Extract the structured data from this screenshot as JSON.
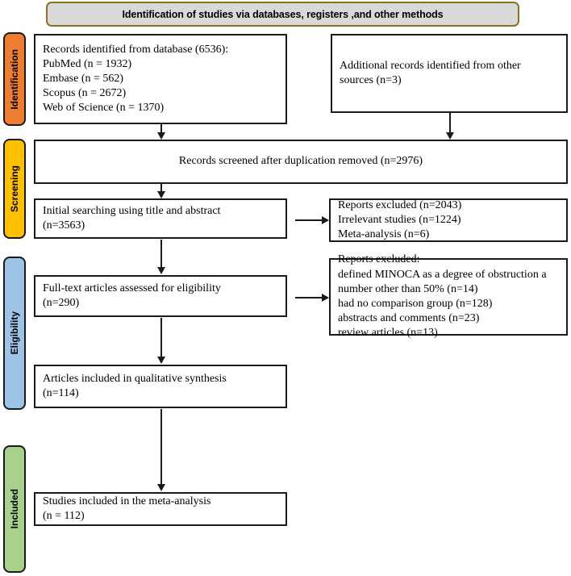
{
  "banner": {
    "title": "Identification of studies via databases, registers ,and other methods",
    "fill_color": "#D9D9D9",
    "border_color": "#8C7220"
  },
  "stages": [
    {
      "id": "identification",
      "label": "Identification",
      "color": "#ED7D31"
    },
    {
      "id": "screening",
      "label": "Screening",
      "color": "#FFC000"
    },
    {
      "id": "eligibility",
      "label": "Eligibility",
      "color": "#9DC3E6"
    },
    {
      "id": "included",
      "label": "Included",
      "color": "#A9D18E"
    }
  ],
  "boxes": {
    "records_identified": {
      "lines": [
        "Records identified from database (6536):",
        "PubMed (n = 1932)",
        "Embase (n = 562)",
        "Scopus (n = 2672)",
        "Web of Science (n = 1370)"
      ]
    },
    "additional_records": {
      "lines": [
        "Additional records identified from other",
        "sources (n=3)"
      ]
    },
    "records_screened": {
      "lines": [
        "Records screened after duplication removed (n=2976)"
      ]
    },
    "initial_searching": {
      "lines": [
        "Initial searching using title and abstract",
        "(n=3563)"
      ]
    },
    "reports_excluded_screening": {
      "lines": [
        "Reports excluded (n=2043)",
        "Irrelevant studies (n=1224)",
        "Meta-analysis (n=6)"
      ]
    },
    "fulltext_assessed": {
      "lines": [
        "Full-text articles assessed for eligibility",
        "(n=290)"
      ]
    },
    "reports_excluded_eligibility": {
      "lines": [
        "Reports excluded:",
        "defined MINOCA as a degree of obstruction a",
        "number other than 50% (n=14)",
        "had no comparison group (n=128)",
        "abstracts and comments (n=23)",
        "review articles (n=13)"
      ]
    },
    "qualitative_synthesis": {
      "lines": [
        "Articles included in qualitative synthesis",
        "(n=114)"
      ]
    },
    "meta_analysis": {
      "lines": [
        "Studies included in the meta-analysis",
        "(n = 112)"
      ]
    }
  },
  "arrows": [
    {
      "name": "arrow-records-to-screened",
      "direction": "down"
    },
    {
      "name": "arrow-additional-to-screened",
      "direction": "down"
    },
    {
      "name": "arrow-screened-to-initial",
      "direction": "down"
    },
    {
      "name": "arrow-initial-to-excluded",
      "direction": "right"
    },
    {
      "name": "arrow-initial-to-fulltext",
      "direction": "down"
    },
    {
      "name": "arrow-fulltext-to-excluded",
      "direction": "right"
    },
    {
      "name": "arrow-fulltext-to-qualitative",
      "direction": "down"
    },
    {
      "name": "arrow-qualitative-to-meta",
      "direction": "down"
    }
  ]
}
